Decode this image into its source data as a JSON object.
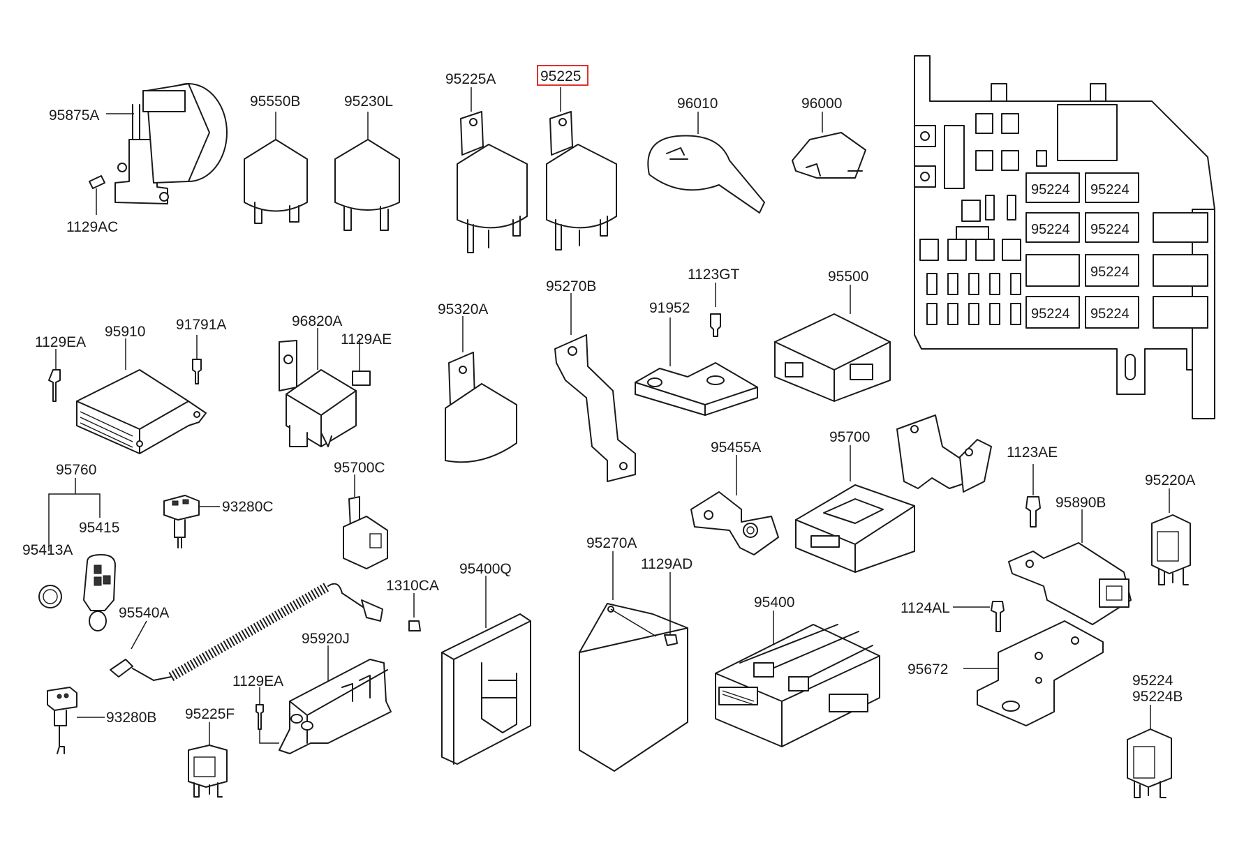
{
  "parts": {
    "p95875A": "95875A",
    "p1129AC": "1129AC",
    "p95550B": "95550B",
    "p95230L": "95230L",
    "p95225A": "95225A",
    "p95225": "95225",
    "p96010": "96010",
    "p96000": "96000",
    "p1129EA_top": "1129EA",
    "p95910": "95910",
    "p91791A": "91791A",
    "p96820A": "96820A",
    "p1129AE": "1129AE",
    "p95320A": "95320A",
    "p95270B": "95270B",
    "p91952": "91952",
    "p1123GT": "1123GT",
    "p95500": "95500",
    "p95760": "95760",
    "p95415": "95415",
    "p95413A": "95413A",
    "p93280C": "93280C",
    "p95700C": "95700C",
    "p95540A": "95540A",
    "p1310CA": "1310CA",
    "p95920J": "95920J",
    "p1129EA_bot": "1129EA",
    "p93280B": "93280B",
    "p95225F": "95225F",
    "p95400Q": "95400Q",
    "p95270A": "95270A",
    "p1129AD": "1129AD",
    "p95455A": "95455A",
    "p95700": "95700",
    "p95400": "95400",
    "p1123AE": "1123AE",
    "p95890B": "95890B",
    "p95220A": "95220A",
    "p1124AL": "1124AL",
    "p95672": "95672",
    "p95224_a": "95224",
    "p95224B": "95224B"
  },
  "fuse_box_labels": [
    "95224",
    "95224",
    "95224",
    "95224",
    "95224",
    "95224",
    "95224"
  ],
  "highlighted_part": "95225",
  "colors": {
    "line": "#1a1a1a",
    "highlight": "#e0302e",
    "background": "#ffffff"
  }
}
